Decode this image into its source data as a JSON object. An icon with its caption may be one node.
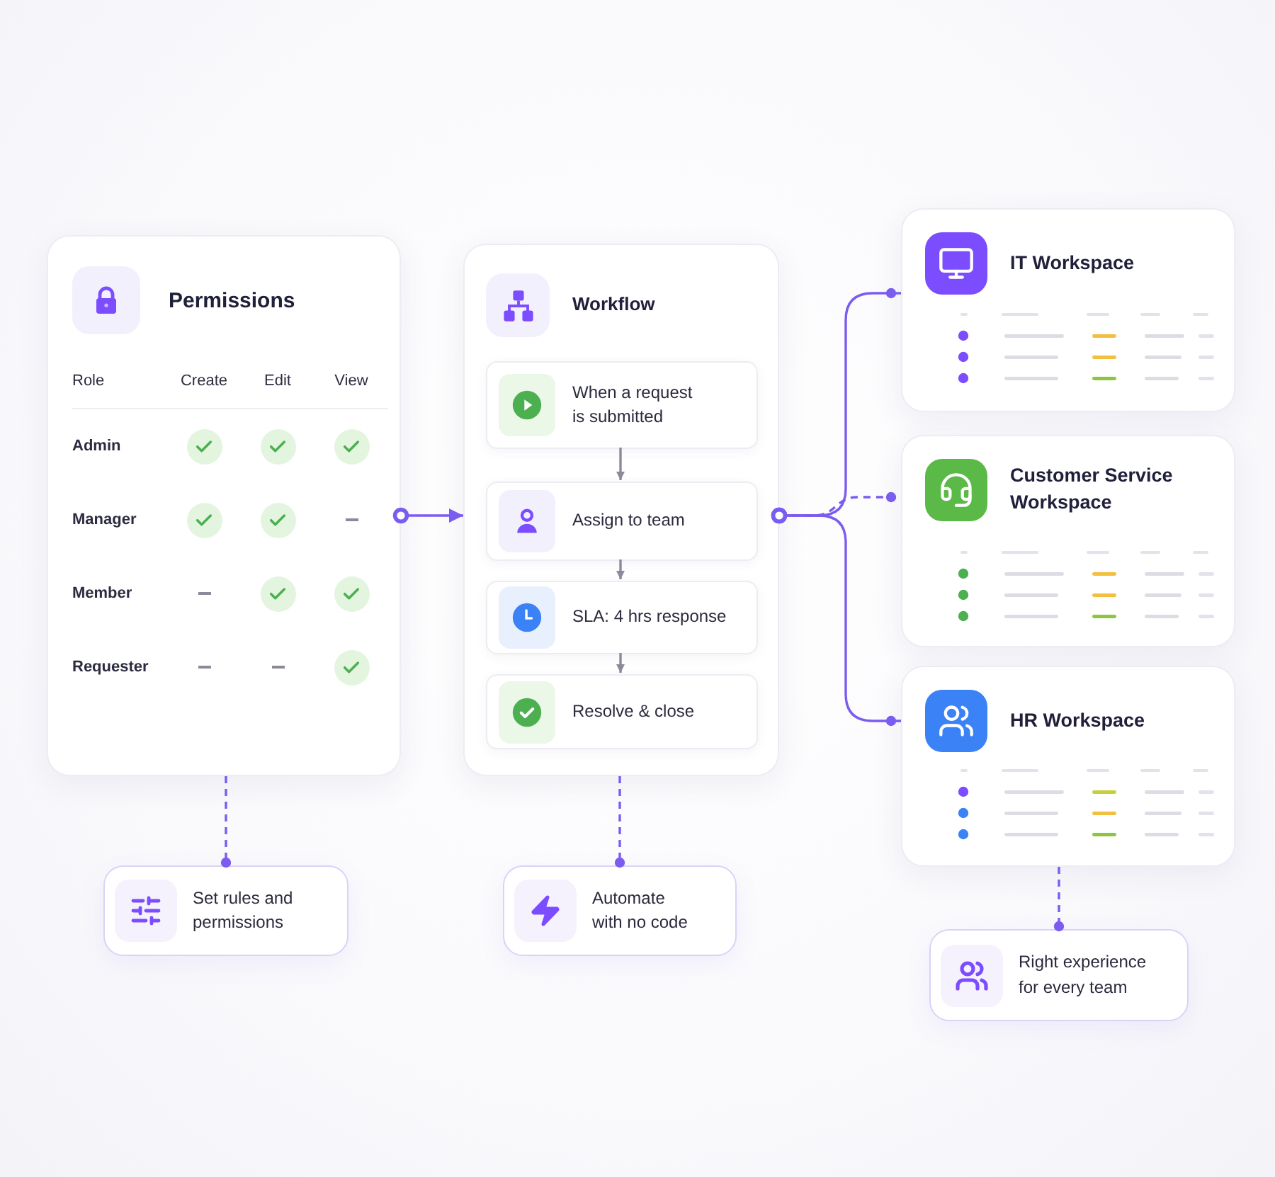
{
  "diagram": {
    "nodes": [
      {
        "text": [
          "Permissions",
          "Role",
          "Create",
          "Edit",
          "View",
          "Admin",
          "Manager",
          "Member",
          "Requester"
        ]
      },
      {
        "text": [
          "Workflow"
        ]
      },
      {
        "text": [
          "When a request is submitted"
        ],
        "in": 1
      },
      {
        "text": [
          "Assign to team"
        ],
        "in": 1
      },
      {
        "text": [
          "SLA: 4 hrs response"
        ],
        "in": 1
      },
      {
        "text": [
          "Resolve & close"
        ],
        "in": 1
      },
      {
        "text": [
          "IT Workspace"
        ]
      },
      {
        "text": [
          "Customer Service Workspace"
        ]
      },
      {
        "text": [
          "HR Workspace"
        ]
      },
      {
        "text": [
          "Set rules and permissions"
        ]
      },
      {
        "text": [
          "Automate with no code"
        ]
      },
      {
        "text": [
          "Right experience for every team"
        ]
      }
    ],
    "edges": [
      {
        "from": 0,
        "to": 1,
        "arrow": "to"
      },
      {
        "from": 2,
        "to": 3,
        "arrow": "to",
        "color": "#8a8a9c"
      },
      {
        "from": 3,
        "to": 4,
        "arrow": "to",
        "color": "#8a8a9c"
      },
      {
        "from": 4,
        "to": 5,
        "arrow": "to",
        "color": "#8a8a9c"
      },
      {
        "from": 1,
        "to": 6,
        "arrow": "other"
      },
      {
        "from": 1,
        "to": 7,
        "arrow": "other",
        "style": "dashed"
      },
      {
        "from": 1,
        "to": 8,
        "arrow": "other"
      },
      {
        "from": 0,
        "to": 9,
        "arrow": "other",
        "style": "dashed"
      },
      {
        "from": 1,
        "to": 10,
        "arrow": "other",
        "style": "dashed"
      },
      {
        "from": 8,
        "to": 11,
        "arrow": "other",
        "style": "dashed"
      }
    ]
  }
}
